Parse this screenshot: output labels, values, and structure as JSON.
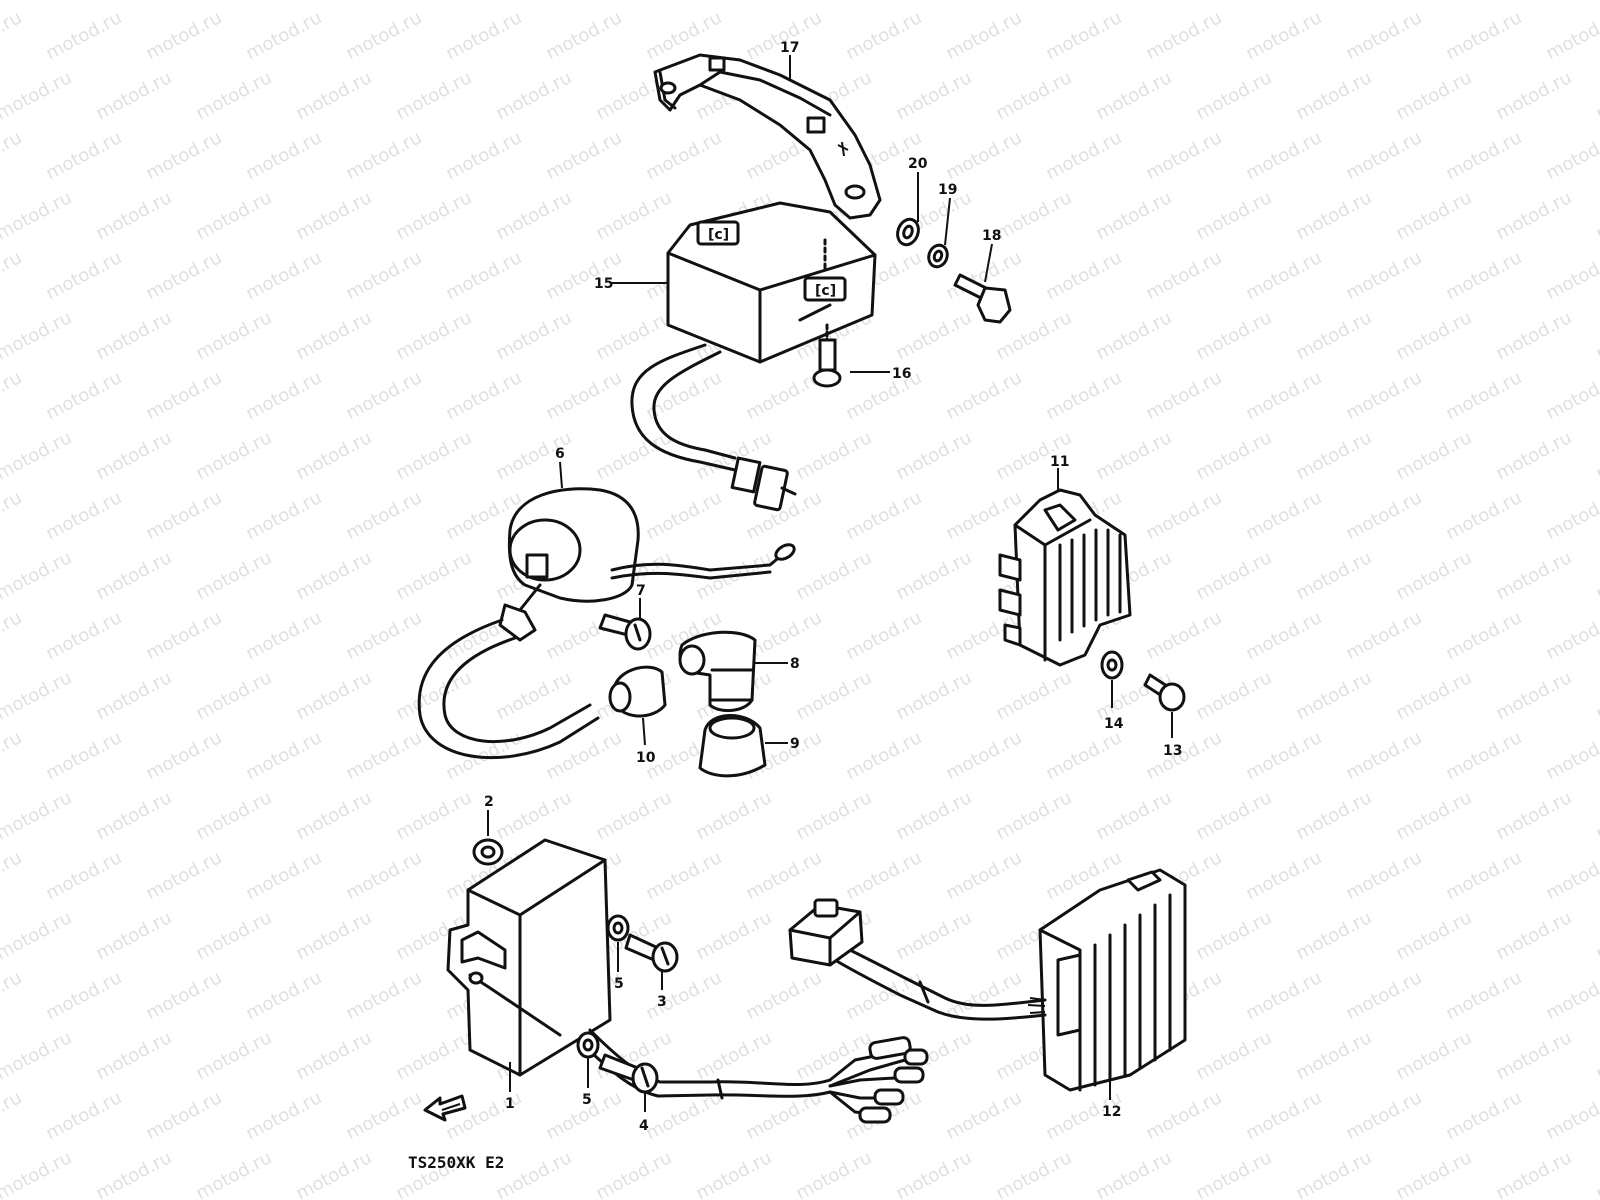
{
  "diagram": {
    "watermark": "motod.ru",
    "caption": "TS250XK E2",
    "labels": {
      "p1": "1",
      "p2": "2",
      "p3": "3",
      "p4": "4",
      "p5a": "5",
      "p5b": "5",
      "p6": "6",
      "p7": "7",
      "p8": "8",
      "p9": "9",
      "p10": "10",
      "p11": "11",
      "p12": "12",
      "p13": "13",
      "p14": "14",
      "p15": "15",
      "p16": "16",
      "p17": "17",
      "p18": "18",
      "p19": "19",
      "p20": "20"
    }
  }
}
